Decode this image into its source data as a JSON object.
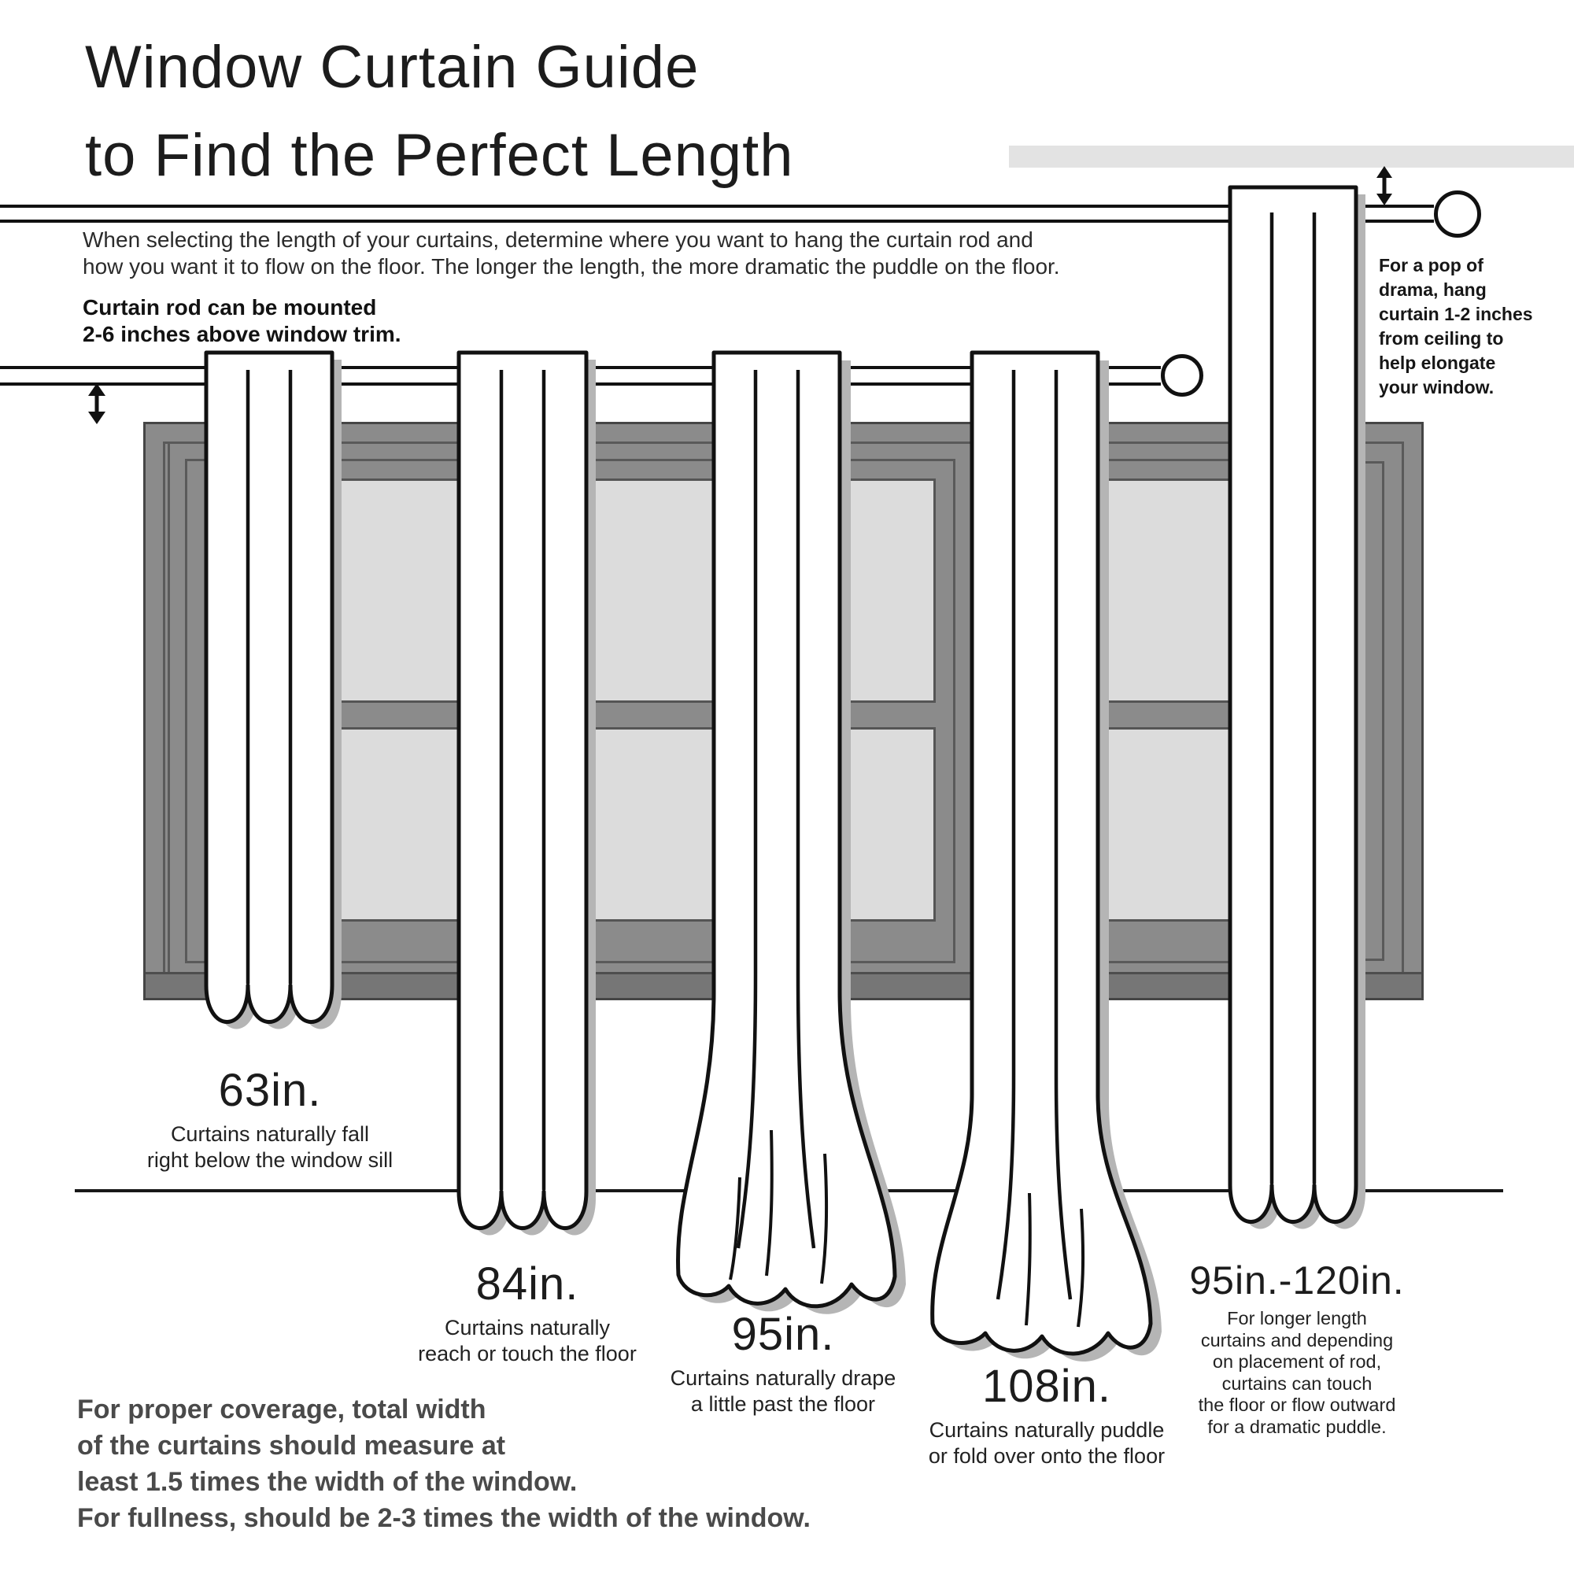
{
  "title": {
    "line1": "Window Curtain Guide",
    "line2": "to Find the Perfect Length"
  },
  "intro": {
    "line1": "When selecting the length of your curtains, determine where you want to hang the curtain rod and",
    "line2": "how you want it to flow on the floor. The longer the length, the more dramatic the puddle on the floor."
  },
  "rod_note": {
    "line1": "Curtain rod can be mounted",
    "line2": "2-6 inches above window trim."
  },
  "ceiling_note": {
    "lines": [
      "For a pop of",
      "drama, hang",
      "curtain 1-2 inches",
      "from ceiling to",
      "help elongate",
      "your window."
    ]
  },
  "curtains": [
    {
      "length": "63in.",
      "caption": [
        "Curtains naturally fall",
        "right below the window sill"
      ]
    },
    {
      "length": "84in.",
      "caption": [
        "Curtains naturally",
        "reach or touch the floor"
      ]
    },
    {
      "length": "95in.",
      "caption": [
        "Curtains naturally drape",
        "a little past the floor"
      ]
    },
    {
      "length": "108in.",
      "caption": [
        "Curtains naturally puddle",
        "or fold over onto the floor"
      ]
    },
    {
      "length": "95in.-120in.",
      "caption": [
        "For longer length",
        "curtains and depending",
        "on placement of rod,",
        "curtains can touch",
        "the floor or flow outward",
        "for a dramatic puddle."
      ]
    }
  ],
  "coverage_note": {
    "lines": [
      "For proper coverage, total width",
      "of the curtains should measure at",
      "least 1.5 times the width of the window.",
      "For fullness, should be 2-3 times the width of the window."
    ]
  },
  "colors": {
    "ink": "#1a1a1a",
    "frame_gray": "#8b8b8b",
    "frame_line": "#5a5a5a",
    "glass": "#dcdcdc",
    "curtain_shadow": "#b5b5b5",
    "ceiling_bar": "#e3e3e3",
    "coverage_text": "#4a4a4a"
  }
}
